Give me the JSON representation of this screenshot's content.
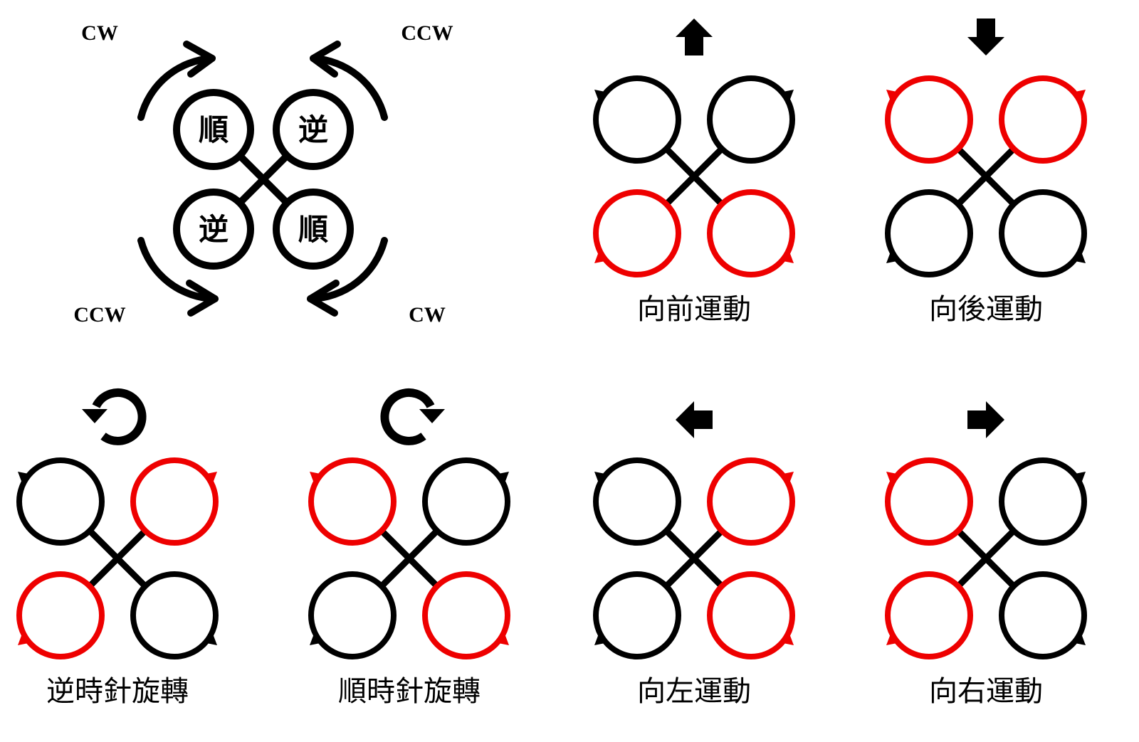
{
  "colors": {
    "normal": "#000000",
    "active": "#ee0000",
    "background": "#ffffff"
  },
  "legend": {
    "corner_labels": {
      "top_left": "CW",
      "top_right": "CCW",
      "bottom_left": "CCW",
      "bottom_right": "CW"
    },
    "motor_labels": {
      "top_left": "順",
      "top_right": "逆",
      "bottom_left": "逆",
      "bottom_right": "順"
    }
  },
  "panels": [
    {
      "id": "forward",
      "caption": "向前運動",
      "indicator": "arrow-up-icon",
      "active": {
        "top_left": false,
        "top_right": false,
        "bottom_left": true,
        "bottom_right": true
      }
    },
    {
      "id": "backward",
      "caption": "向後運動",
      "indicator": "arrow-down-icon",
      "active": {
        "top_left": true,
        "top_right": true,
        "bottom_left": false,
        "bottom_right": false
      }
    },
    {
      "id": "rotate-ccw",
      "caption": "逆時針旋轉",
      "indicator": "rotate-ccw-icon",
      "active": {
        "top_left": false,
        "top_right": true,
        "bottom_left": true,
        "bottom_right": false
      }
    },
    {
      "id": "rotate-cw",
      "caption": "順時針旋轉",
      "indicator": "rotate-cw-icon",
      "active": {
        "top_left": true,
        "top_right": false,
        "bottom_left": false,
        "bottom_right": true
      }
    },
    {
      "id": "left",
      "caption": "向左運動",
      "indicator": "arrow-left-icon",
      "active": {
        "top_left": false,
        "top_right": true,
        "bottom_left": false,
        "bottom_right": true
      }
    },
    {
      "id": "right",
      "caption": "向右運動",
      "indicator": "arrow-right-icon",
      "active": {
        "top_left": true,
        "top_right": false,
        "bottom_left": true,
        "bottom_right": false
      }
    }
  ]
}
